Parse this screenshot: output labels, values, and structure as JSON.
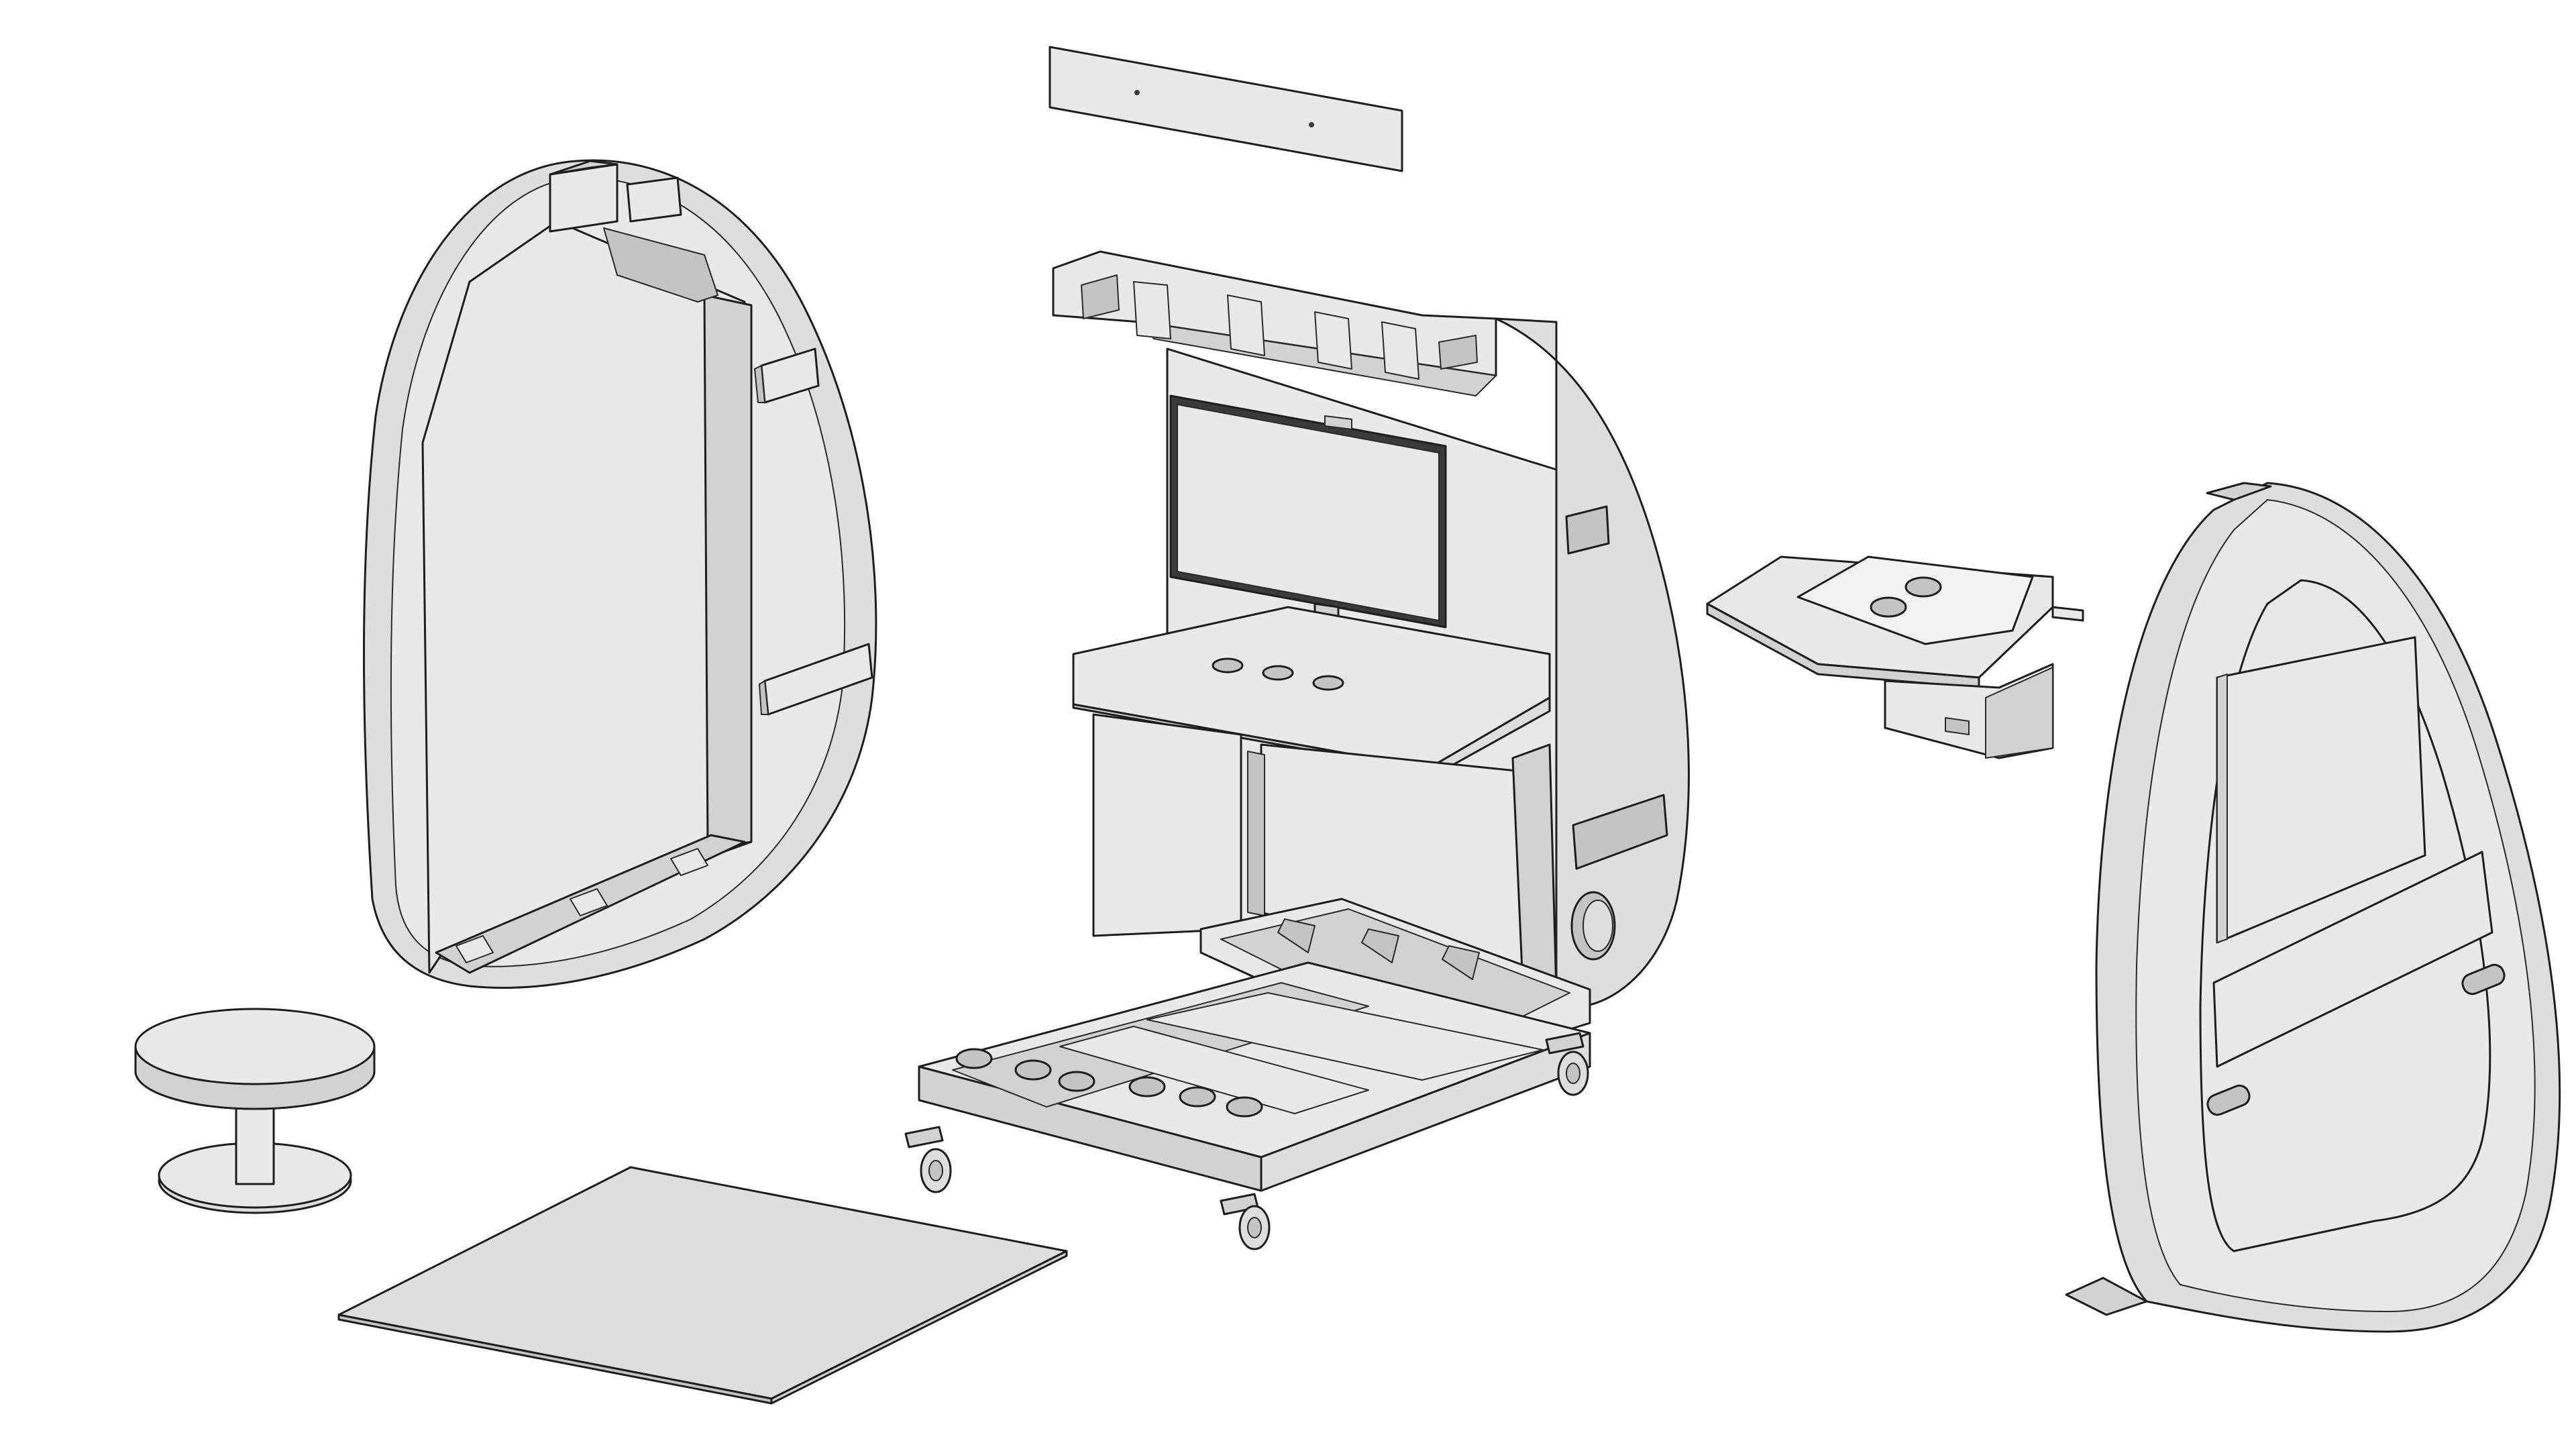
{
  "scene": {
    "parts": [
      {
        "id": "top-sign-panel",
        "label": ""
      },
      {
        "id": "left-shell-half",
        "label": ""
      },
      {
        "id": "center-cabinet",
        "label": ""
      },
      {
        "id": "monitor",
        "label": ""
      },
      {
        "id": "side-tray",
        "label": ""
      },
      {
        "id": "right-door-shell",
        "label": ""
      },
      {
        "id": "round-stool",
        "label": ""
      },
      {
        "id": "floor-mat",
        "label": ""
      },
      {
        "id": "rolling-base",
        "label": ""
      }
    ],
    "colors": {
      "background": "#ffffff",
      "surface": "#e9e9e9",
      "shadow": "#c4c4c4",
      "outline": "#1e1e1e"
    }
  }
}
